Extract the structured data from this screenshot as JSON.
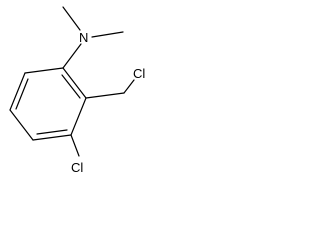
{
  "molecule": {
    "atoms": {
      "nitrogen": "N",
      "chlorine_methyl": "Cl",
      "chlorine_ring": "Cl"
    },
    "colors": {
      "bond": "#000000",
      "label": "#000000",
      "background": "#ffffff"
    }
  }
}
